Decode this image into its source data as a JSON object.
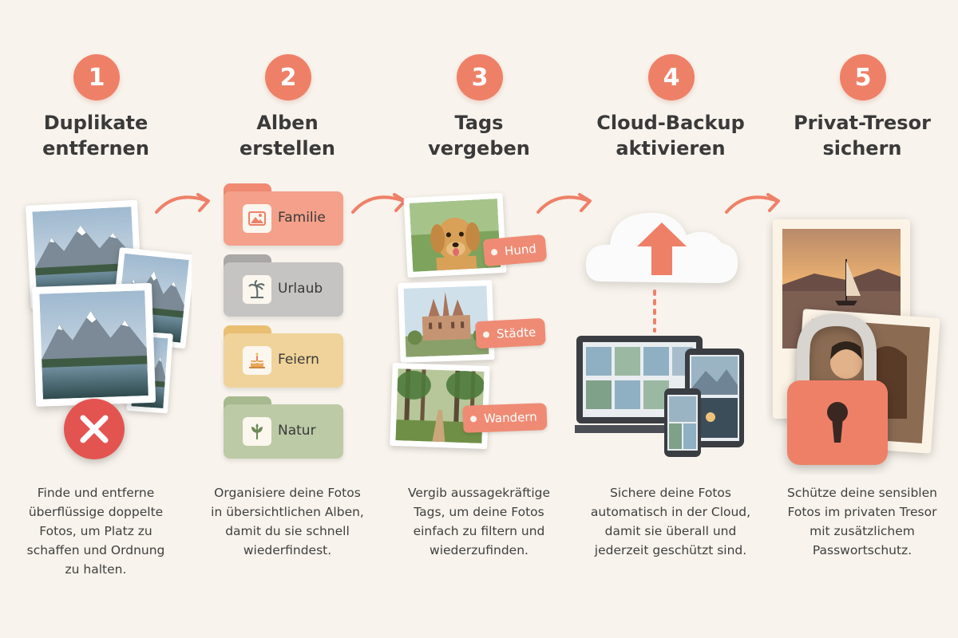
{
  "steps": [
    {
      "number": "1",
      "title_lines": [
        "Duplikate",
        "entfernen"
      ],
      "desc_lines": [
        "Finde und entferne",
        "überflüssige doppelte",
        "Fotos, um Platz zu",
        "schaffen und Ordnung",
        "zu halten."
      ]
    },
    {
      "number": "2",
      "title_lines": [
        "Alben",
        "erstellen"
      ],
      "desc_lines": [
        "Organisiere deine Fotos",
        "in übersichtlichen Alben,",
        "damit du sie schnell",
        "wiederfindest."
      ],
      "folders": [
        {
          "label": "Familie",
          "icon": "image-icon",
          "color": "#f2937c"
        },
        {
          "label": "Urlaub",
          "icon": "palm-tree-icon",
          "color": "#c2c1c0"
        },
        {
          "label": "Feiern",
          "icon": "cake-icon",
          "color": "#efcf93"
        },
        {
          "label": "Natur",
          "icon": "leaf-icon",
          "color": "#b9c8a3"
        }
      ]
    },
    {
      "number": "3",
      "title_lines": [
        "Tags",
        "vergeben"
      ],
      "desc_lines": [
        "Vergib aussagekräftige",
        "Tags, um deine Fotos",
        "einfach zu filtern und",
        "wiederzufinden."
      ],
      "tags": [
        "Hund",
        "Städte",
        "Wandern"
      ]
    },
    {
      "number": "4",
      "title_lines": [
        "Cloud-Backup",
        "aktivieren"
      ],
      "desc_lines": [
        "Sichere deine Fotos",
        "automatisch in der Cloud,",
        "damit sie überall und",
        "jederzeit geschützt sind."
      ]
    },
    {
      "number": "5",
      "title_lines": [
        "Privat-Tresor",
        "sichern"
      ],
      "desc_lines": [
        "Schütze deine sensiblen",
        "Fotos im privaten Tresor",
        "mit zusätzlichem",
        "Passwortschutz."
      ]
    }
  ],
  "colors": {
    "accent": "#ef8068",
    "background": "#f8f3ec",
    "delete_red": "#e35450"
  }
}
